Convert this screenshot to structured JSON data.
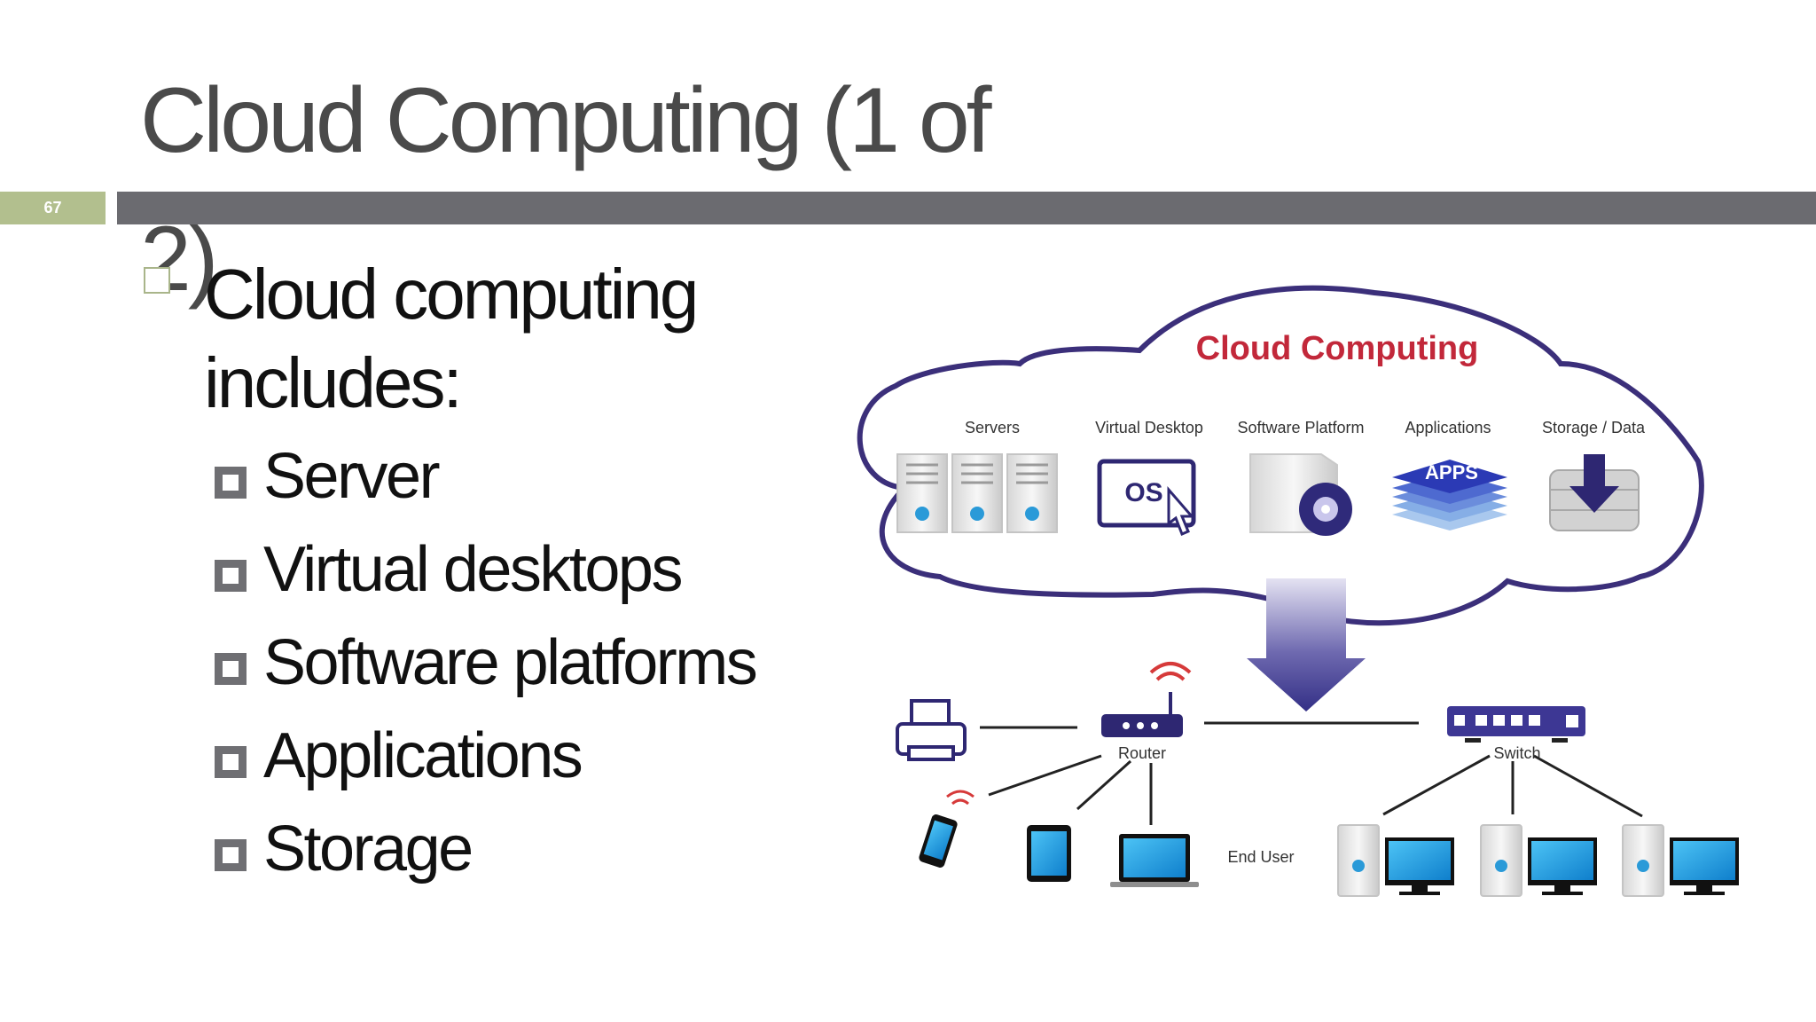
{
  "slide": {
    "title": "Cloud Computing (1 of 2)",
    "number": "67"
  },
  "content": {
    "main_bullet": "Cloud computing includes:",
    "sub_bullets": [
      "Server",
      "Virtual desktops",
      "Software platforms",
      "Applications",
      "Storage"
    ]
  },
  "diagram": {
    "cloud_title": "Cloud Computing",
    "service_labels": [
      "Servers",
      "Virtual Desktop",
      "Software Platform",
      "Applications",
      "Storage / Data"
    ],
    "os_text": "OS",
    "apps_text": "APPS",
    "router_label": "Router",
    "switch_label": "Switch",
    "end_user_label": "End User"
  },
  "colors": {
    "title": "#4a4a4a",
    "slide_number_bar": "#b2bf8e",
    "title_bar": "#6b6b70",
    "cloud_outline": "#3b2f7a",
    "cloud_title": "#c2283a",
    "arrow": "#3d3a8c",
    "screen_blue": "#1ea0e6"
  }
}
